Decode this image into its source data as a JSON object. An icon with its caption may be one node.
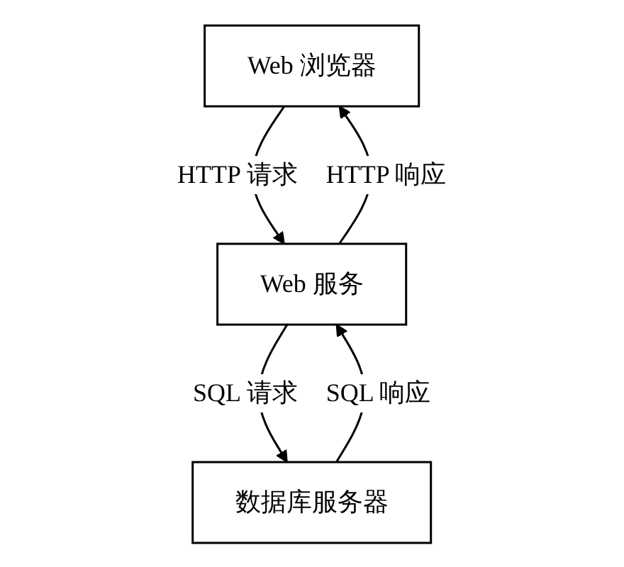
{
  "diagram": {
    "nodes": [
      {
        "text": [
          "Web 浏览器"
        ]
      },
      {
        "text": [
          "Web 服务"
        ]
      },
      {
        "text": [
          "数据库服务器"
        ]
      }
    ],
    "edges": [
      {
        "from": 0,
        "to": 1,
        "arrow": "to",
        "label": "HTTP 请求"
      },
      {
        "from": 1,
        "to": 0,
        "arrow": "to",
        "label": "HTTP 响应"
      },
      {
        "from": 1,
        "to": 2,
        "arrow": "to",
        "label": "SQL 请求"
      },
      {
        "from": 2,
        "to": 1,
        "arrow": "to",
        "label": "SQL 响应"
      }
    ]
  }
}
